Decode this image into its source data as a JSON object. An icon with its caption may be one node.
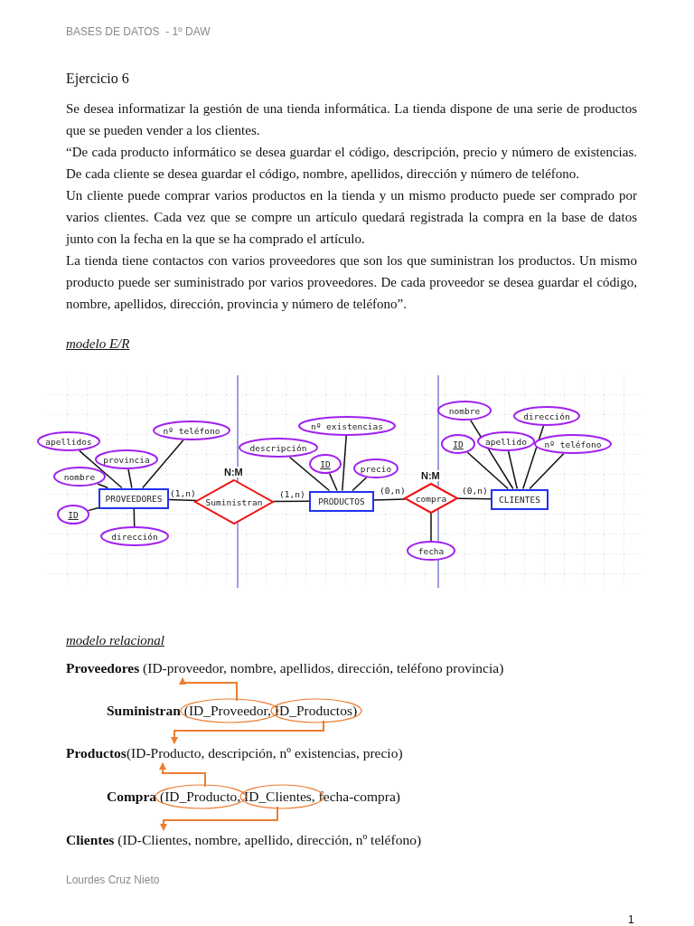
{
  "diagram": {
    "title": "Ejercicio 6",
    "nodes": [
      {
        "text": [
          "PROVEEDORES"
        ]
      },
      {
        "text": [
          "nº teléfono"
        ]
      },
      {
        "text": [
          "apellidos"
        ]
      },
      {
        "text": [
          "provincia"
        ]
      },
      {
        "text": [
          "nombre"
        ]
      },
      {
        "text": [
          "ID"
        ]
      },
      {
        "text": [
          "dirección"
        ]
      },
      {
        "text": [
          "Suministran"
        ],
        "beside": [
          "N:M"
        ]
      },
      {
        "text": [
          "PRODUCTOS"
        ]
      },
      {
        "text": [
          "nº existencias"
        ]
      },
      {
        "text": [
          "descripción"
        ]
      },
      {
        "text": [
          "ID"
        ]
      },
      {
        "text": [
          "precio"
        ]
      },
      {
        "text": [
          "compra"
        ],
        "beside": [
          "N:M"
        ]
      },
      {
        "text": [
          "fecha"
        ]
      },
      {
        "text": [
          "CLIENTES"
        ]
      },
      {
        "text": [
          "nombre"
        ]
      },
      {
        "text": [
          "dirección"
        ]
      },
      {
        "text": [
          "ID"
        ]
      },
      {
        "text": [
          "apellido"
        ]
      },
      {
        "text": [
          "nº teléfono"
        ]
      },
      {
        "text": [
          "**Proveedores** (ID-proveedor, nombre, apellidos, dirección, teléfono provincia)"
        ]
      },
      {
        "text": [
          "**Suministran** (ID_Proveedor, ID_Productos)"
        ]
      },
      {
        "text": [
          "**Productos**(ID-Producto, descripción, nº existencias, precio)"
        ]
      },
      {
        "text": [
          "**Compra** (ID_Producto, ID_Clientes, fecha-compra)"
        ]
      },
      {
        "text": [
          "**Clientes** (ID-Clientes, nombre, apellido, dirección, nº teléfono)"
        ]
      }
    ],
    "edges": [
      {
        "from": 2,
        "to": 0,
        "arrow": "none"
      },
      {
        "from": 3,
        "to": 0,
        "arrow": "none"
      },
      {
        "from": 1,
        "to": 0,
        "arrow": "none"
      },
      {
        "from": 4,
        "to": 0,
        "arrow": "none"
      },
      {
        "from": 5,
        "to": 0,
        "arrow": "none"
      },
      {
        "from": 6,
        "to": 0,
        "arrow": "none"
      },
      {
        "from": 0,
        "to": 7,
        "arrow": "none",
        "label": "(1,n)"
      },
      {
        "from": 7,
        "to": 8,
        "arrow": "none",
        "label": "(1,n)"
      },
      {
        "from": 10,
        "to": 8,
        "arrow": "none"
      },
      {
        "from": 11,
        "to": 8,
        "arrow": "none"
      },
      {
        "from": 9,
        "to": 8,
        "arrow": "none"
      },
      {
        "from": 12,
        "to": 8,
        "arrow": "none"
      },
      {
        "from": 8,
        "to": 13,
        "arrow": "none",
        "label": "(0,n)"
      },
      {
        "from": 13,
        "to": 15,
        "arrow": "none",
        "label": "(0,n)"
      },
      {
        "from": 13,
        "to": 14,
        "arrow": "none"
      },
      {
        "from": 18,
        "to": 15,
        "arrow": "none"
      },
      {
        "from": 16,
        "to": 15,
        "arrow": "none"
      },
      {
        "from": 19,
        "to": 15,
        "arrow": "none"
      },
      {
        "from": 17,
        "to": 15,
        "arrow": "none"
      },
      {
        "from": 20,
        "to": 15,
        "arrow": "none"
      },
      {
        "from": 22,
        "to": 21,
        "arrow": "to",
        "color": "#ed7d31"
      },
      {
        "from": 22,
        "to": 23,
        "arrow": "to",
        "color": "#ed7d31"
      },
      {
        "from": 24,
        "to": 23,
        "arrow": "to",
        "color": "#ed7d31"
      },
      {
        "from": 24,
        "to": 25,
        "arrow": "to",
        "color": "#ed7d31"
      }
    ],
    "labels": [
      "BASES DE DATOS  - 1º DAW",
      "Se desea informatizar la gestión de una tienda informática. La tienda dispone de una serie de productos que se pueden vender a los clientes.",
      "“De cada producto informático se desea guardar el código, descripción, precio y número de existencias. De cada cliente se desea guardar el código, nombre, apellidos, dirección y número de teléfono.",
      "Un cliente puede comprar varios productos en la tienda y un mismo producto puede ser comprado por varios clientes. Cada vez que se compre un artículo quedará registrada la compra en la base de datos junto con la fecha en la que se ha comprado el artículo.",
      "La tienda tiene contactos con varios proveedores que son los que suministran los productos. Un mismo producto puede ser suministrado por varios proveedores. De cada proveedor se desea guardar el código, nombre, apellidos, dirección, provincia y número de teléfono”.",
      "modelo E/R",
      "modelo relacional",
      "Lourdes Cruz Nieto",
      "1"
    ]
  }
}
